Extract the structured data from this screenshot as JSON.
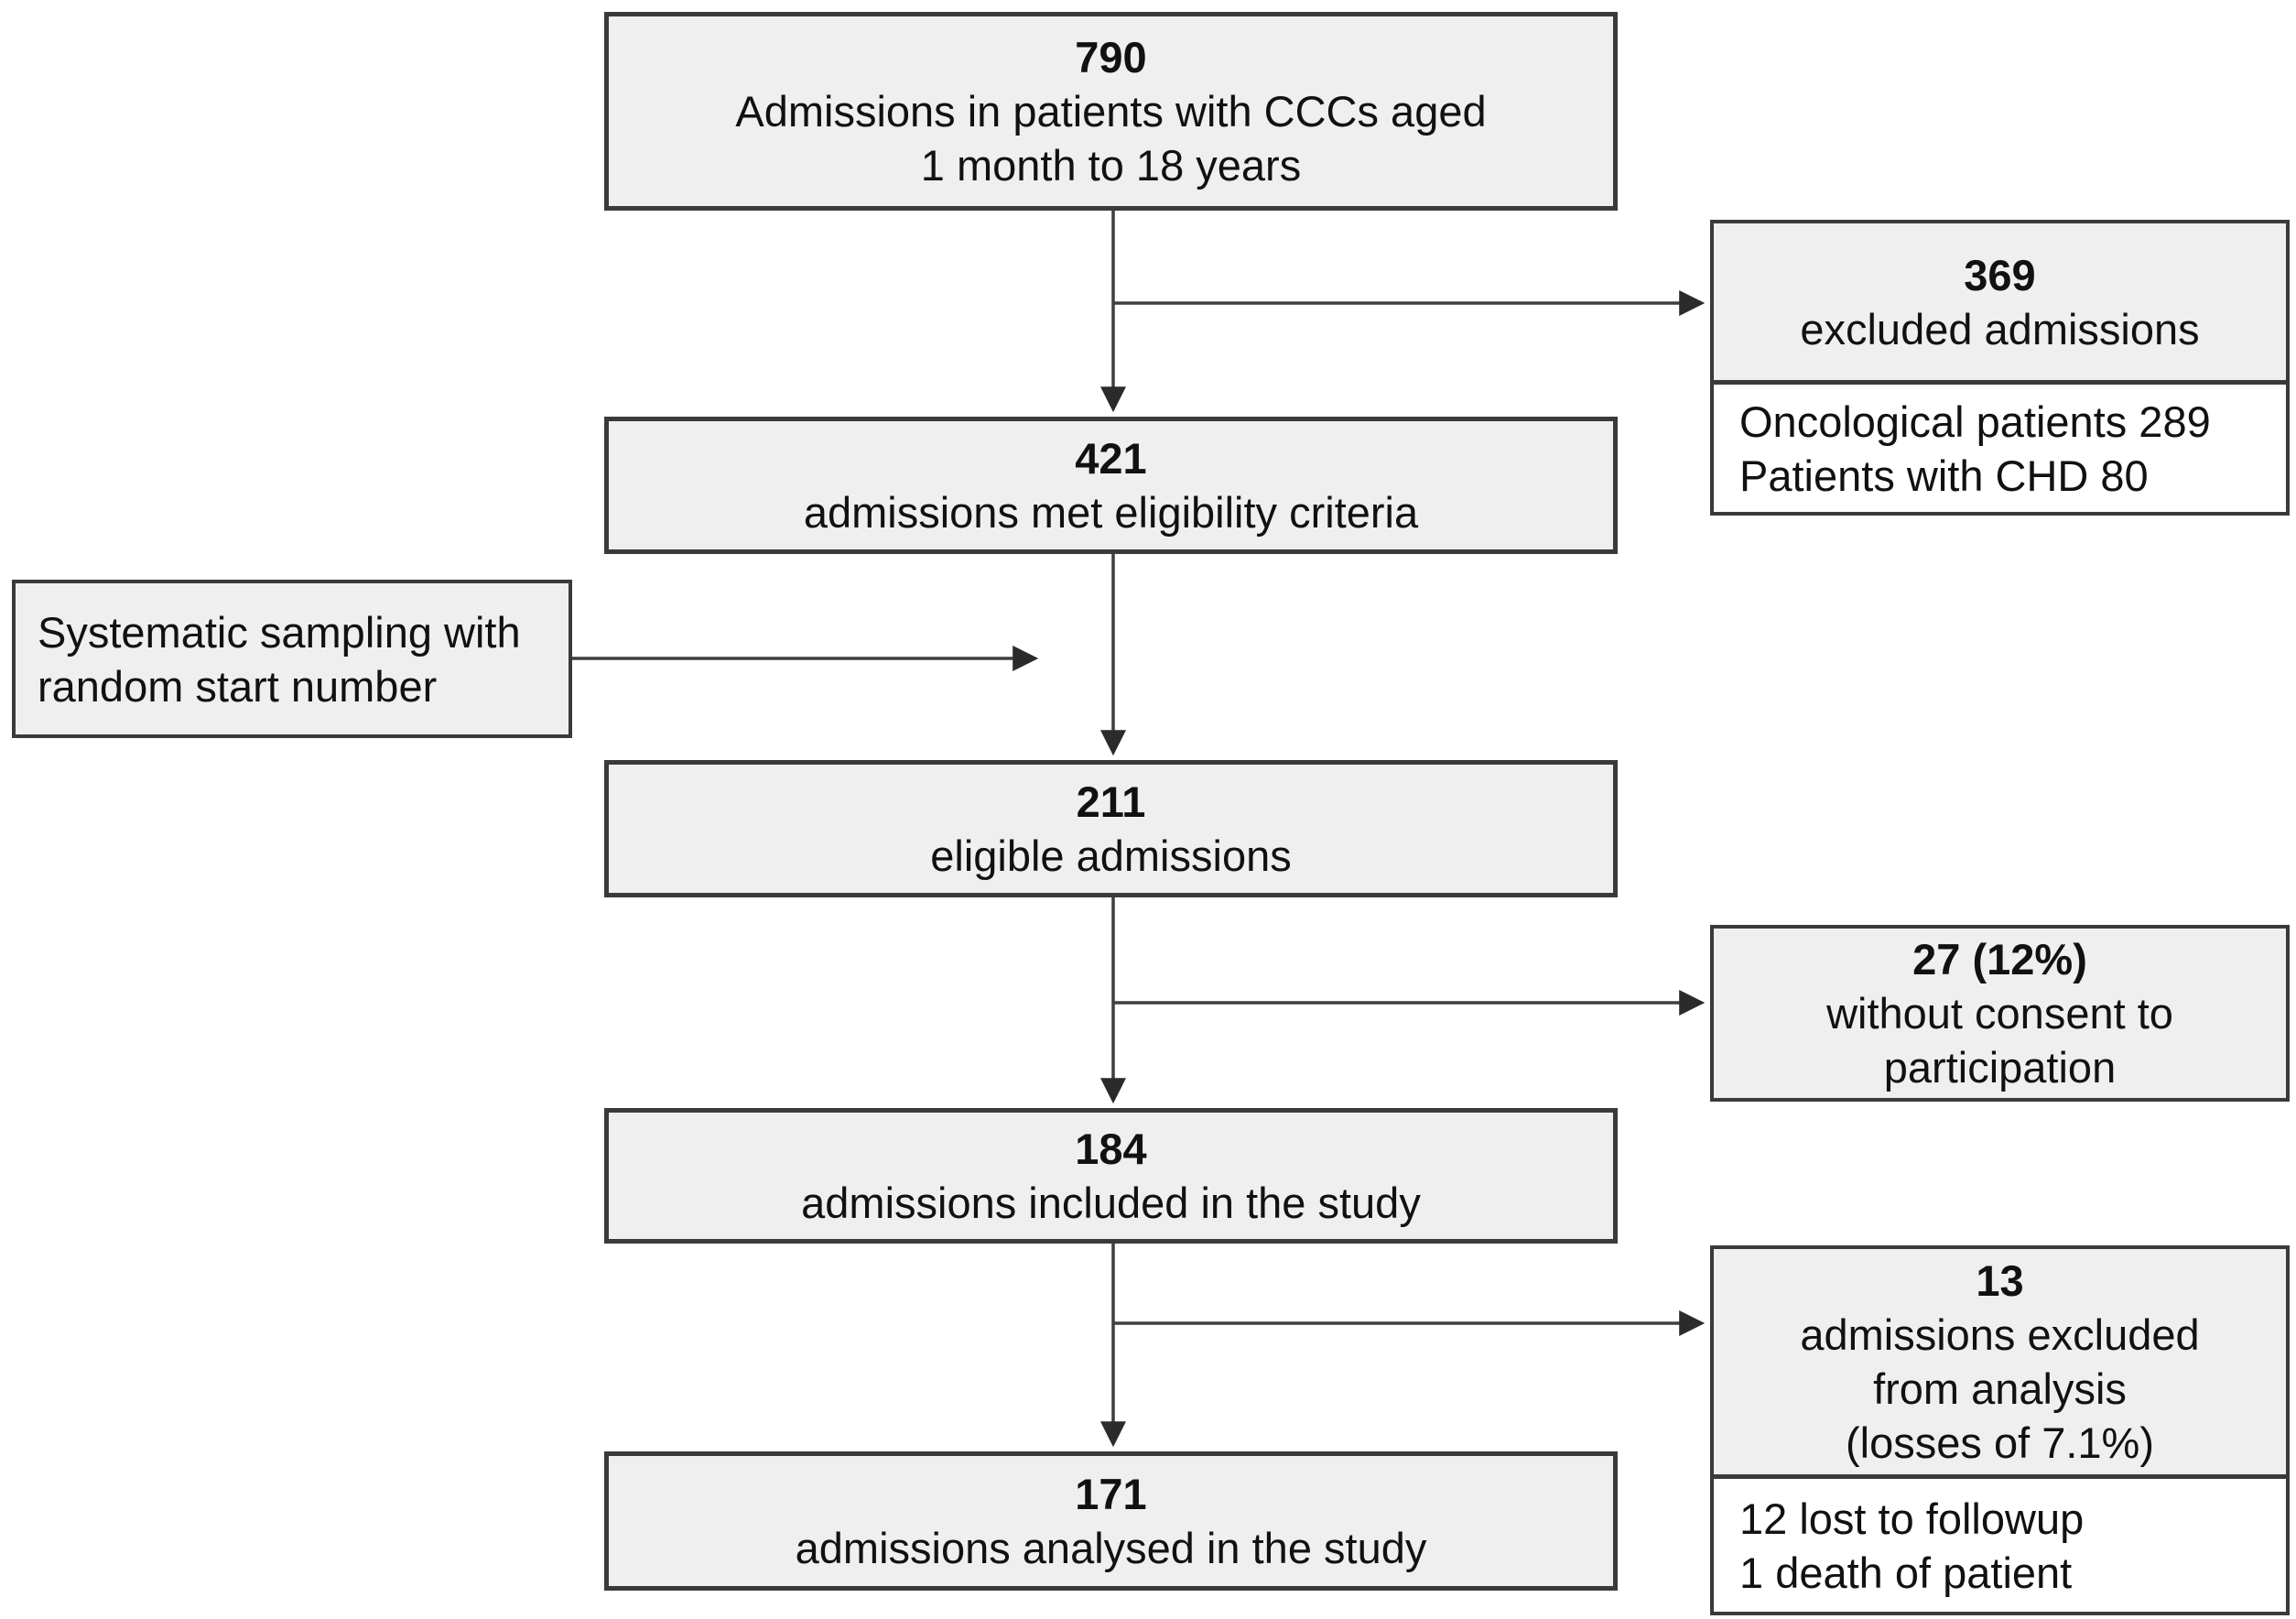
{
  "flowchart": {
    "main_boxes": [
      {
        "id": "total",
        "number": "790",
        "lines": [
          "Admissions in patients with CCCs aged",
          "1 month to 18 years"
        ]
      },
      {
        "id": "eligibility_met",
        "number": "421",
        "lines": [
          "admissions met eligibility criteria"
        ]
      },
      {
        "id": "eligible",
        "number": "211",
        "lines": [
          "eligible admissions"
        ]
      },
      {
        "id": "included",
        "number": "184",
        "lines": [
          "admissions included in the study"
        ]
      },
      {
        "id": "analysed",
        "number": "171",
        "lines": [
          "admissions analysed in the study"
        ]
      }
    ],
    "side_note": {
      "lines": [
        "Systematic sampling with",
        "random start number"
      ]
    },
    "exclusion_boxes": [
      {
        "id": "excluded",
        "number": "369",
        "lines": [
          "excluded admissions"
        ],
        "details": [
          "Oncological patients 289",
          "Patients with CHD 80"
        ]
      },
      {
        "id": "no_consent",
        "number": "27 (12%)",
        "lines": [
          "without consent to",
          "participation"
        ],
        "details": []
      },
      {
        "id": "excluded_analysis",
        "number": "13",
        "lines": [
          "admissions excluded",
          "from analysis",
          "(losses of 7.1%)"
        ],
        "details": [
          "12 lost to followup",
          "1 death of patient"
        ]
      }
    ],
    "colors": {
      "box_fill": "#efefef",
      "box_border": "#3a3a3a",
      "detail_fill": "#ffffff",
      "arrow": "#3f3f3f",
      "background": "#ffffff"
    }
  }
}
